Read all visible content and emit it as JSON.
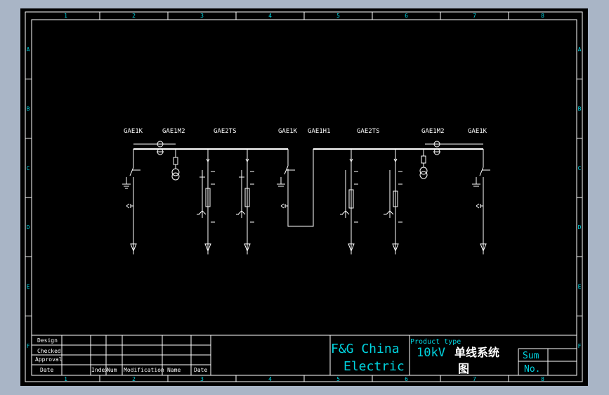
{
  "colors": {
    "background_outer": "#a9b5c6",
    "sheet": "#000000",
    "frame": "#ffffff",
    "lines": "#ffffff",
    "title_text": "#00d4e0",
    "title_cn": "#ffffff"
  },
  "border": {
    "columns": [
      "1",
      "2",
      "3",
      "4",
      "5",
      "6",
      "7",
      "8"
    ],
    "rows": [
      "A",
      "B",
      "C",
      "D",
      "E",
      "F"
    ]
  },
  "cabinets": [
    {
      "label": "GAE1K"
    },
    {
      "label": "GAE1M2"
    },
    {
      "label": "GAE2TS"
    },
    {
      "label": "GAE1K"
    },
    {
      "label": "GAE1H1"
    },
    {
      "label": "GAE2TS"
    },
    {
      "label": "GAE1M2"
    },
    {
      "label": "GAE1K"
    }
  ],
  "title_block": {
    "sign_rows": [
      "Design",
      "Checked",
      "Approval",
      "Date"
    ],
    "columns": [
      "Index",
      "Num",
      "Modification",
      "Name",
      "Date"
    ],
    "company_line1": "F&G China",
    "company_line2": "Electric",
    "product_type_label": "Product type",
    "drawing_title_en": "10kV",
    "drawing_title_cn1": "单线系统",
    "drawing_title_cn2": "图",
    "sum_label": "Sum",
    "no_label": "No."
  }
}
